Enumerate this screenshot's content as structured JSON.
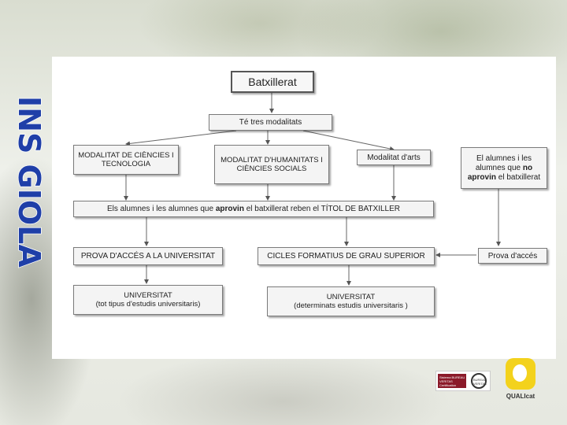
{
  "brand": {
    "text": "INS GIOLA",
    "color": "#1f3fa8"
  },
  "diagram": {
    "title": "Batxillerat",
    "tres_modalitats": "Té tres modalitats",
    "modalitat_ciencies": "MODALITAT DE CIÈNCIES I TECNOLOGIA",
    "modalitat_humanitats": "MODALITAT D'HUMANITATS I CIÈNCIES SOCIALS",
    "modalitat_arts": "Modalitat d'arts",
    "no_aprovin": {
      "part1": "El alumnes i les alumnes que ",
      "emph1": "no aprovin",
      "part2": " el batxillerat"
    },
    "aproven": {
      "part1": "Els alumnes i les alumnes que ",
      "emph": "aprovin",
      "part2": " el batxillerat reben el TÍTOL DE BATXILLER"
    },
    "prova_universitat": "PROVA D'ACCÉS A LA UNIVERSITAT",
    "cicles": "CICLES FORMATIUS DE GRAU SUPERIOR",
    "prova_acces": "Prova d'accés",
    "universitat1": {
      "line1": "UNIVERSITAT",
      "line2": "(tot tipus d'estudis universitaris)"
    },
    "universitat2": {
      "line1": "UNIVERSITAT",
      "line2": "(determinats estudis universitaris )"
    }
  },
  "logos": {
    "cert_text": "Sistema BUREAU VERITAS Certification",
    "seal_text": "BUREAU VERITAS",
    "quality_text": "QUALIcat"
  }
}
